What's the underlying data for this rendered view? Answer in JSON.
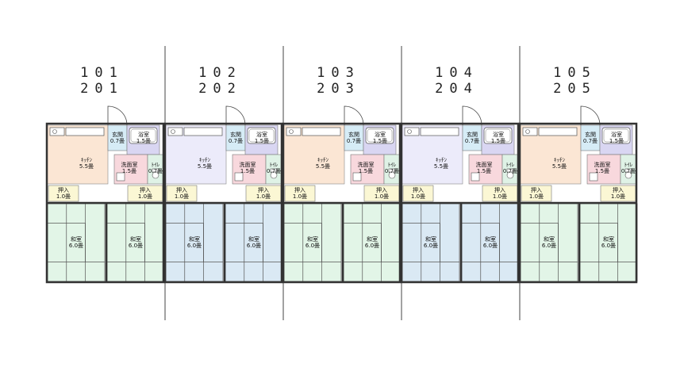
{
  "colors": {
    "washitsu_a": "#e2f5e7",
    "washitsu_b": "#dae9f4",
    "kitchen_a": "#fbe6d4",
    "kitchen_b": "#ecebfa",
    "bath": "#d9d6f2",
    "toilet": "#dff2e6",
    "genkan": "#d6ecf6",
    "senmen": "#f8d8dd",
    "oshiire": "#fbf7d4",
    "wall": "#333333",
    "tatami_line": "#555555",
    "divider": "#444444"
  },
  "labels": {
    "kitchen": "ｷｯﾁﾝ",
    "kitchen_size": "5.5畳",
    "washitsu": "和室",
    "washitsu_size": "6.0畳",
    "oshiire": "押入",
    "oshiire_size": "1.0畳",
    "genkan": "玄関",
    "genkan_size": "0.7畳",
    "bath": "浴室",
    "bath_size": "1.5畳",
    "senmen": "洗面室",
    "senmen_size": "1.5畳",
    "toilet": "ﾄｲﾚ",
    "toilet_size": "0.7畳"
  },
  "units": [
    {
      "top": "101",
      "bottom": "201",
      "variant": "a"
    },
    {
      "top": "102",
      "bottom": "202",
      "variant": "b"
    },
    {
      "top": "103",
      "bottom": "203",
      "variant": "a"
    },
    {
      "top": "104",
      "bottom": "204",
      "variant": "b"
    },
    {
      "top": "105",
      "bottom": "205",
      "variant": "a"
    }
  ]
}
